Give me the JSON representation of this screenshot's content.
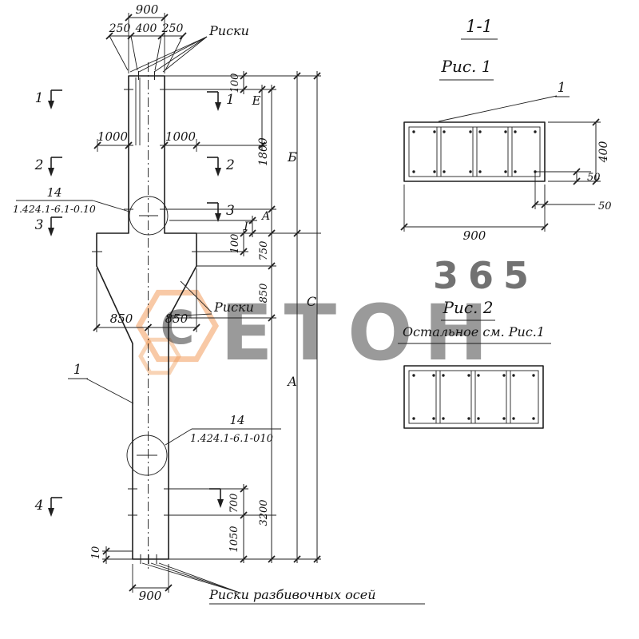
{
  "watermark": {
    "number": "365",
    "brand": "ЕТОН",
    "logo_letter": "С"
  },
  "elevation": {
    "dim_total_top": "900",
    "dim_250l": "250",
    "dim_400": "400",
    "dim_250r": "250",
    "riski_top": "Риски",
    "riski_mid": "Риски",
    "riski_bottom": "Риски разбивочных осей",
    "marks": {
      "m1": "1",
      "m2": "2",
      "m3": "3",
      "m4": "4"
    },
    "dim_1000l": "1000",
    "dim_1000r": "1000",
    "detail_top": {
      "num": "14",
      "code": "1.424.1-6.1-0.10"
    },
    "detail_bottom": {
      "num": "14",
      "code": "1.424.1-6.1-010"
    },
    "pos1": "1",
    "chain": {
      "c100t": "100",
      "ce": "Е",
      "c1800": "1800",
      "cb": "Б",
      "ca_small": "А",
      "cg": "Г",
      "c750": "750",
      "c100m": "100",
      "c850": "850",
      "ca": "А",
      "cc": "С",
      "c700": "700",
      "c3200": "3200",
      "c1050": "1050"
    },
    "dim_850l": "850",
    "dim_850r": "850",
    "dim_900b": "900",
    "dim_10": "10"
  },
  "sections": {
    "cut_title": "1-1",
    "fig1": "Рис. 1",
    "fig2": "Рис. 2",
    "fig2_note": "Остальное см. Рис.1",
    "pos1": "1",
    "dim_w": "900",
    "dim_h": "400",
    "dim_50a": "50",
    "dim_50b": "50"
  }
}
